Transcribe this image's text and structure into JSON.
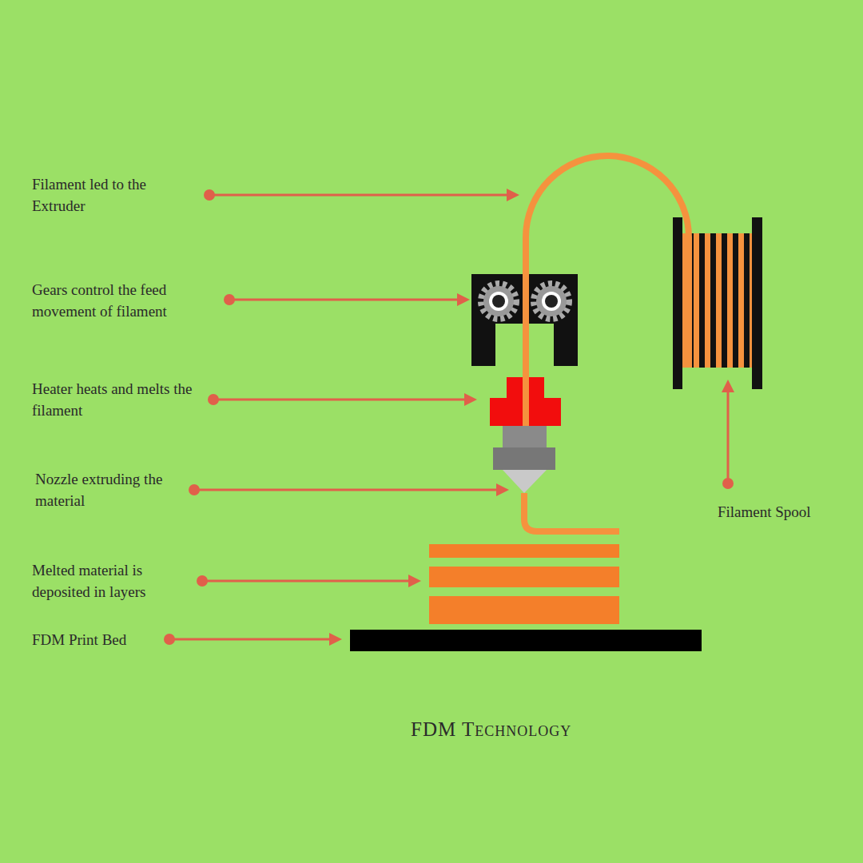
{
  "diagram": {
    "title": "FDM Technology",
    "labels": [
      "Filament led to the Extruder",
      "Gears control the feed movement of filament",
      "Heater heats and melts the filament",
      "Nozzle extruding the material",
      "Melted material is deposited in layers",
      "FDM Print Bed",
      "Filament Spool"
    ]
  }
}
